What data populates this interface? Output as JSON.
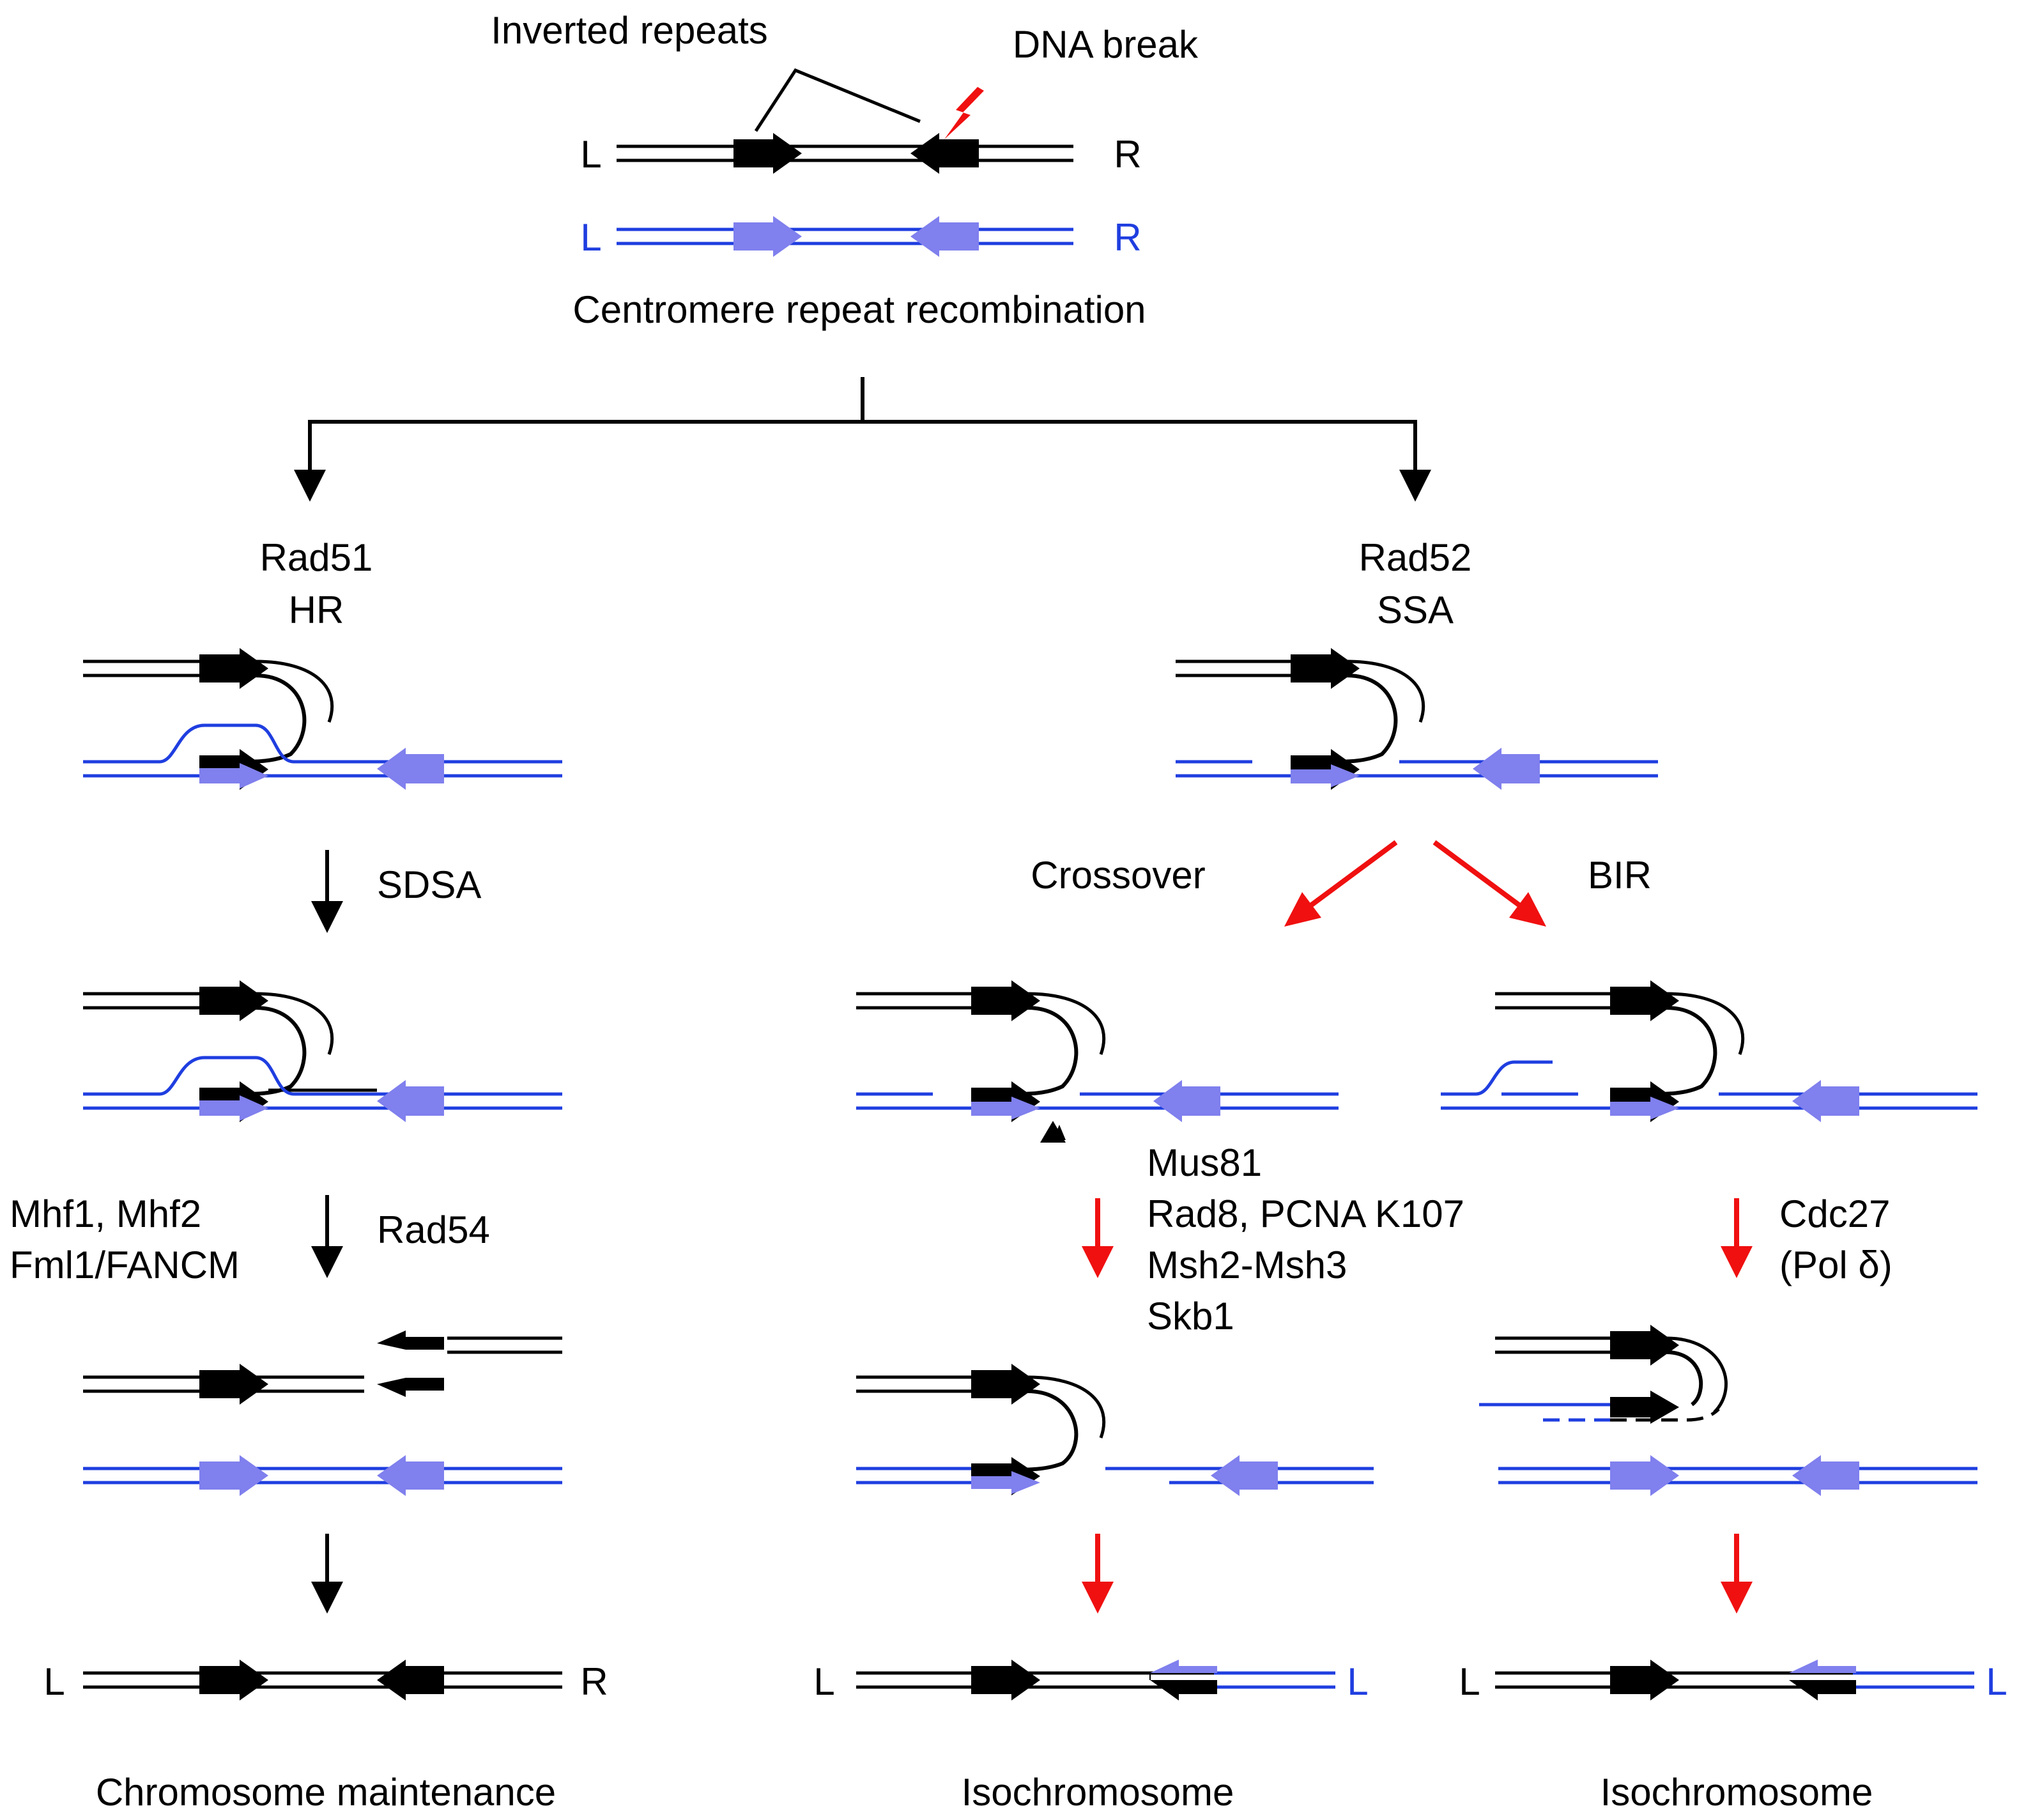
{
  "colors": {
    "black": "#000000",
    "blue": "#1f3ee0",
    "repeat_blue": "#8080ee",
    "red": "#f01010"
  },
  "header": {
    "inverted_repeats": "Inverted repeats",
    "dna_break": "DNA break",
    "title": "Centromere repeat recombination"
  },
  "ends": {
    "left": "L",
    "right": "R"
  },
  "branches": {
    "rad51": {
      "line1": "Rad51",
      "line2": "HR"
    },
    "rad52": {
      "line1": "Rad52",
      "line2": "SSA"
    }
  },
  "steps": {
    "sdsa": "SDSA",
    "rad54": "Rad54",
    "mhf_line1": "Mhf1, Mhf2",
    "mhf_line2": "Fml1/FANCM",
    "crossover": "Crossover",
    "bir": "BIR",
    "mus81": "Mus81",
    "rad8": "Rad8, PCNA K107",
    "msh": "Msh2-Msh3",
    "skb1": "Skb1",
    "cdc27": "Cdc27",
    "pold": "(Pol δ)"
  },
  "outcomes": {
    "maintenance": "Chromosome maintenance",
    "isochromosome_crossover": "Isochromosome",
    "isochromosome_bir": "Isochromosome"
  }
}
